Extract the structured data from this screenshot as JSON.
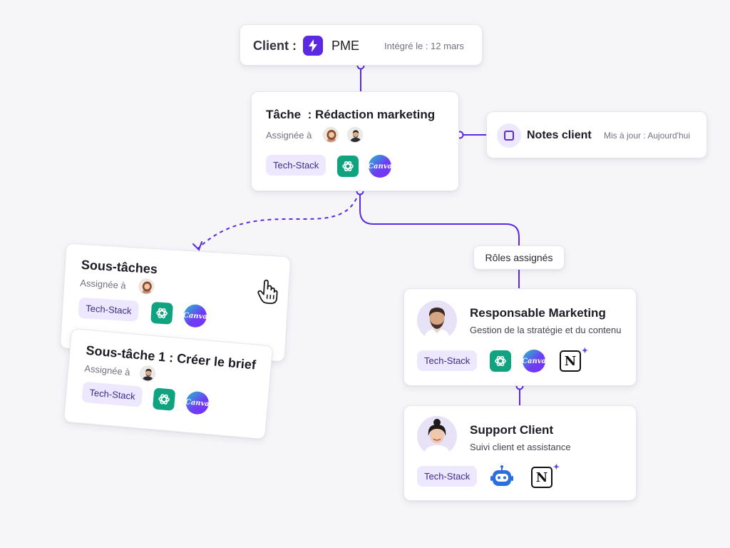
{
  "client": {
    "label": "Client :",
    "name": "PME",
    "integrated": "Intégré le : 12 mars",
    "icon": "bolt-icon",
    "accent": "#5b2ae0"
  },
  "task": {
    "title": "Tâche  : Rédaction marketing",
    "assigned_label": "Assignée à",
    "techstack_label": "Tech-Stack",
    "assignees": [
      "woman-avatar",
      "man-avatar"
    ],
    "tools": [
      "chatgpt-icon",
      "canva-icon"
    ]
  },
  "notes": {
    "title": "Notes client",
    "updated": "Mis à jour : Aujourd'hui",
    "icon": "checkbox-icon"
  },
  "subtasks": {
    "title": "Sous-tâches",
    "assigned_label": "Assignée à",
    "techstack_label": "Tech-Stack",
    "cursor_icon": "hand-cursor-icon"
  },
  "subtask1": {
    "title": "Sous-tâche 1 : Créer le brief",
    "assigned_label": "Assignée à",
    "techstack_label": "Tech-Stack"
  },
  "roles": {
    "label": "Rôles assignés",
    "items": [
      {
        "title": "Responsable Marketing",
        "subtitle": "Gestion de la stratégie et du contenu",
        "techstack_label": "Tech-Stack",
        "tools": [
          "chatgpt-icon",
          "canva-icon",
          "notion-icon"
        ]
      },
      {
        "title": "Support Client",
        "subtitle": "Suivi client et assistance",
        "techstack_label": "Tech-Stack",
        "tools": [
          "robot-icon",
          "notion-icon"
        ]
      }
    ]
  },
  "colors": {
    "accent": "#5b2ae0",
    "pill_bg": "#ede8fd",
    "chatgpt": "#10a37f"
  }
}
